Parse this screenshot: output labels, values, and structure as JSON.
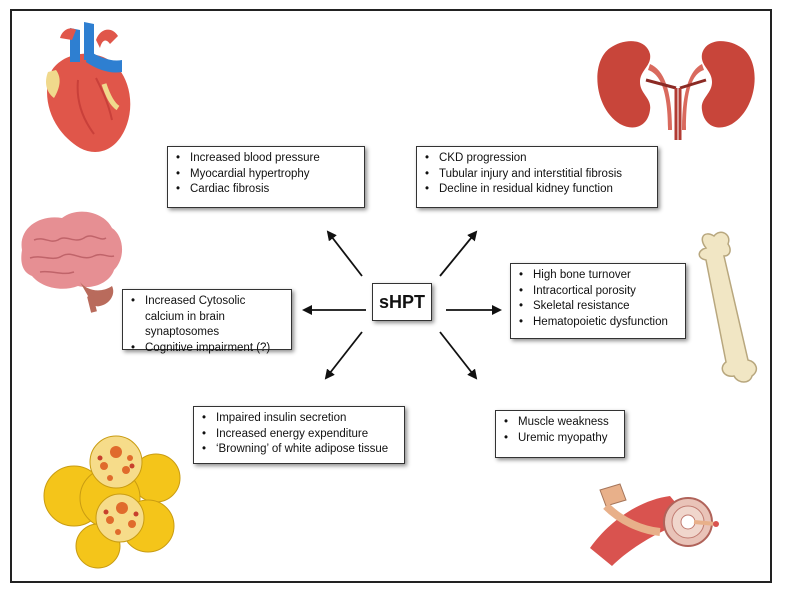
{
  "center": {
    "label": "sHPT"
  },
  "effects": {
    "heart": [
      "Increased blood pressure",
      "Myocardial hypertrophy",
      "Cardiac fibrosis"
    ],
    "kidney": [
      "CKD progression",
      "Tubular injury and interstitial fibrosis",
      "Decline in residual kidney function"
    ],
    "brain": [
      "Increased Cytosolic calcium in brain synaptosomes",
      "Cognitive impairment (?)"
    ],
    "bone": [
      "High bone turnover",
      "Intracortical porosity",
      "Skeletal resistance",
      "Hematopoietic dysfunction"
    ],
    "adipose": [
      "Impaired insulin secretion",
      "Increased energy expenditure",
      "‘Browning’ of white adipose tissue"
    ],
    "muscle": [
      "Muscle weakness",
      "Uremic myopathy"
    ]
  },
  "colors": {
    "heart_red": "#e0564a",
    "kidney_red": "#c8453a",
    "brain_pink": "#e68f93",
    "bone": "#f1e6c4",
    "fat_yellow": "#f4c51a",
    "muscle_red": "#d9534f"
  },
  "icons": [
    "heart-illustration",
    "kidney-illustration",
    "brain-illustration",
    "bone-illustration",
    "adipose-illustration",
    "muscle-illustration"
  ]
}
